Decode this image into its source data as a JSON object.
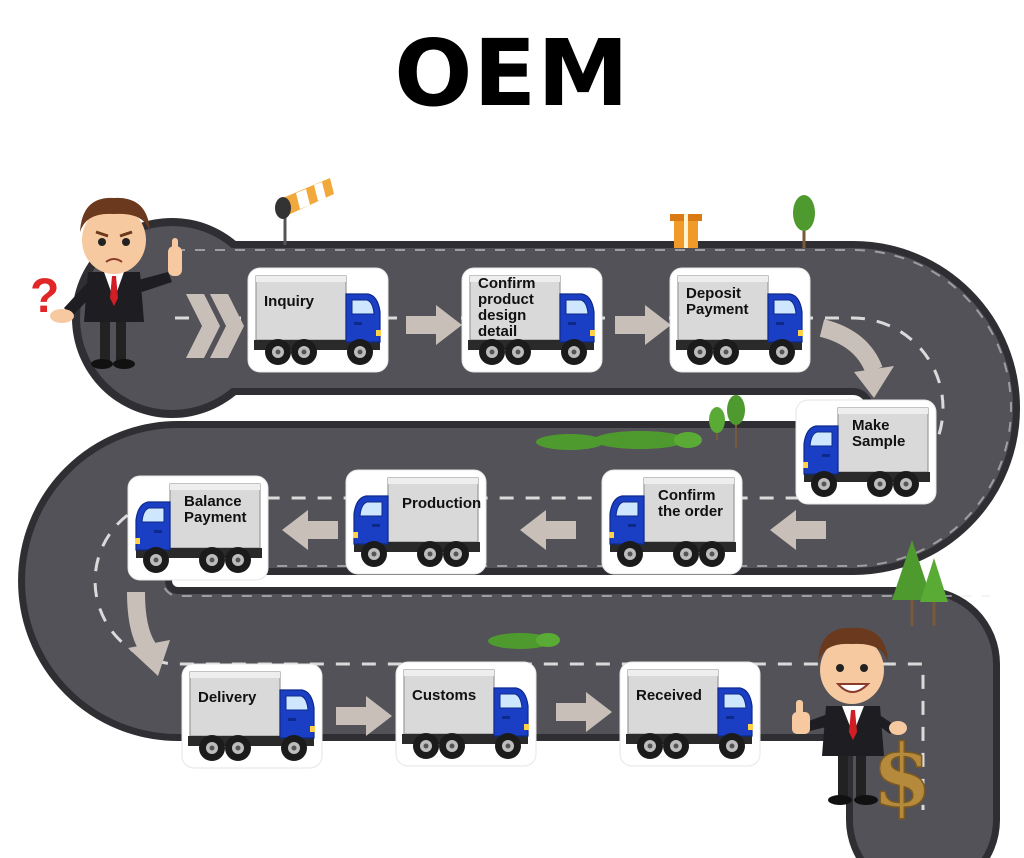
{
  "title": "OEM",
  "steps": [
    {
      "label": "Inquiry",
      "dir": "right"
    },
    {
      "label": "Confirm product design detail",
      "dir": "right"
    },
    {
      "label": "Deposit Payment",
      "dir": "right"
    },
    {
      "label": "Make Sample",
      "dir": "left"
    },
    {
      "label": "Confirm the order",
      "dir": "left"
    },
    {
      "label": "Production",
      "dir": "left"
    },
    {
      "label": "Balance Payment",
      "dir": "left"
    },
    {
      "label": "Delivery",
      "dir": "right"
    },
    {
      "label": "Customs",
      "dir": "right"
    },
    {
      "label": "Received",
      "dir": "right"
    }
  ],
  "icons": {
    "question": "?",
    "dollar": "$"
  },
  "colors": {
    "road": "#525258",
    "road_border": "#2f2f33",
    "lane": "#e9e9e9",
    "truck_cab": "#1a3fc4",
    "truck_box": "#d9d9d9",
    "arrow": "#c8c0b8",
    "tree": "#4f9a2f",
    "question": "#e02626",
    "dollar": "#b58a3c"
  }
}
